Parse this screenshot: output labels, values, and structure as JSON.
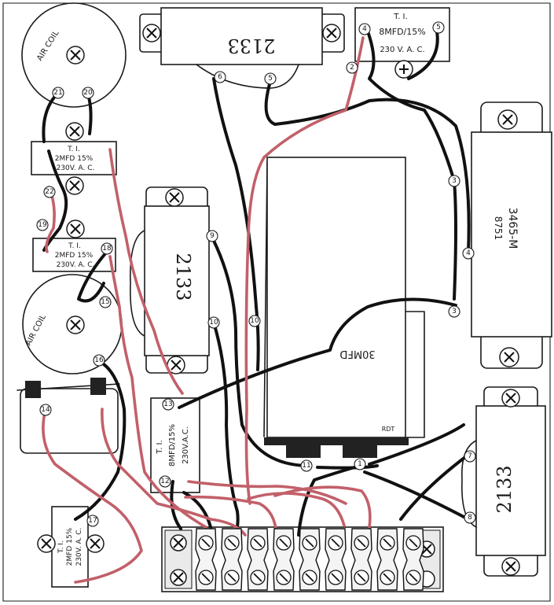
{
  "transformers": {
    "top_center": {
      "model": "2133",
      "terminals": [
        "6",
        "5"
      ]
    },
    "left_center": {
      "model": "2133",
      "terminals": [
        "9",
        "10"
      ]
    },
    "right_big": {
      "model": "3465-M",
      "sub": "8751",
      "terminals": [
        "3",
        "4",
        "3"
      ]
    },
    "bottom_right": {
      "model": "2133",
      "terminals": [
        "7",
        "8"
      ]
    }
  },
  "capacitors": {
    "top_right": {
      "maker": "T. I.",
      "rating": "8MFD/15%",
      "voltage": "230 V. A. C.",
      "terminals": [
        "4",
        "5"
      ]
    },
    "left_upper": {
      "maker": "T. I.",
      "rating": "2MFD 15%",
      "voltage": "230V. A. C."
    },
    "left_middle": {
      "maker": "T. I.",
      "rating": "2MFD 15%",
      "voltage": "230V. A. C.",
      "terminals": [
        "18"
      ]
    },
    "center_rot": {
      "maker": "T. I.",
      "rating": "8MFD/15%",
      "voltage": "230V.A.C.",
      "terminals": [
        "13",
        "12"
      ]
    },
    "bottom_left": {
      "maker": "T. I.",
      "rating": "2MFD 15%",
      "voltage": "230V. A. C.",
      "terminals": [
        "17"
      ]
    }
  },
  "electrolytic": {
    "label": "30MFD",
    "signature": "RDT",
    "terminals": [
      "11",
      "1"
    ]
  },
  "air_coils": {
    "top": {
      "label": "AIR COIL",
      "terminals": [
        "21",
        "20"
      ]
    },
    "bottom": {
      "label": "AIR COIL",
      "terminals": [
        "16"
      ]
    }
  },
  "switch_block": {
    "terminals": [
      "14"
    ]
  },
  "wire_numbers": [
    "22",
    "19",
    "15",
    "10",
    "2"
  ],
  "terminal_strip": {
    "lugs": 9
  },
  "colors": {
    "ink": "#1a1a1a",
    "black_wire": "#111111",
    "red_wire": "#c2606a",
    "paper": "#ffffff"
  }
}
